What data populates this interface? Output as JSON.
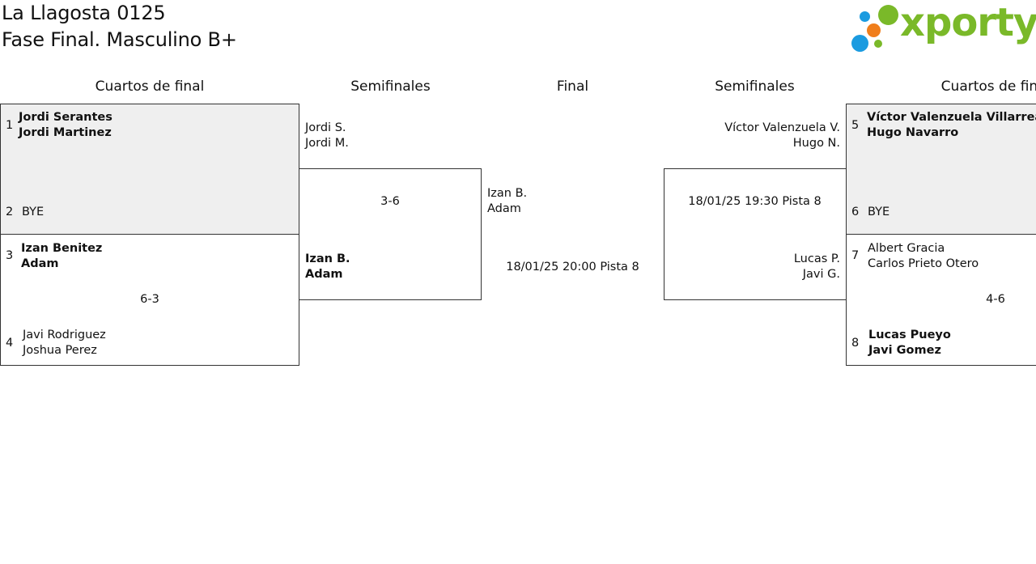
{
  "header": {
    "title": "La Llagosta 0125",
    "subtitle": "Fase Final. Masculino B+",
    "logo_text": "xporty",
    "logo_colors": {
      "green": "#7ab929",
      "blue": "#1b9be0",
      "orange": "#f07e1b"
    }
  },
  "columns": {
    "qf_left": "Cuartos de final",
    "sf_left": "Semifinales",
    "final": "Final",
    "sf_right": "Semifinales",
    "qf_right": "Cuartos de final"
  },
  "quarterfinals_left": {
    "match1": {
      "seed_top": "1",
      "top_p1": "Jordi Serantes",
      "top_p2": "Jordi Martinez",
      "seed_bottom": "2",
      "bottom": "BYE"
    },
    "match2": {
      "seed_top": "3",
      "top_p1": "Izan Benitez",
      "top_p2": "Adam",
      "score": "6-3",
      "seed_bottom": "4",
      "bottom_p1": "Javi Rodriguez",
      "bottom_p2": "Joshua Perez"
    }
  },
  "semifinal_left": {
    "top_p1": "Jordi S.",
    "top_p2": "Jordi M.",
    "score": "3-6",
    "bottom_p1": "Izan B.",
    "bottom_p2": "Adam"
  },
  "final": {
    "p1": "Izan B.",
    "p2": "Adam",
    "schedule": "18/01/25 20:00 Pista 8"
  },
  "semifinal_right": {
    "top_p1": "Víctor Valenzuela V.",
    "top_p2": "Hugo N.",
    "schedule": "18/01/25 19:30 Pista 8",
    "bottom_p1": "Lucas P.",
    "bottom_p2": "Javi G."
  },
  "quarterfinals_right": {
    "match1": {
      "seed_top": "5",
      "top_p1": "Víctor Valenzuela Villarreal",
      "top_p2": "Hugo Navarro",
      "seed_bottom": "6",
      "bottom": "BYE"
    },
    "match2": {
      "seed_top": "7",
      "top_p1": "Albert Gracia",
      "top_p2": "Carlos Prieto Otero",
      "score": "4-6",
      "seed_bottom": "8",
      "bottom_p1": "Lucas Pueyo",
      "bottom_p2": "Javi Gomez"
    }
  }
}
